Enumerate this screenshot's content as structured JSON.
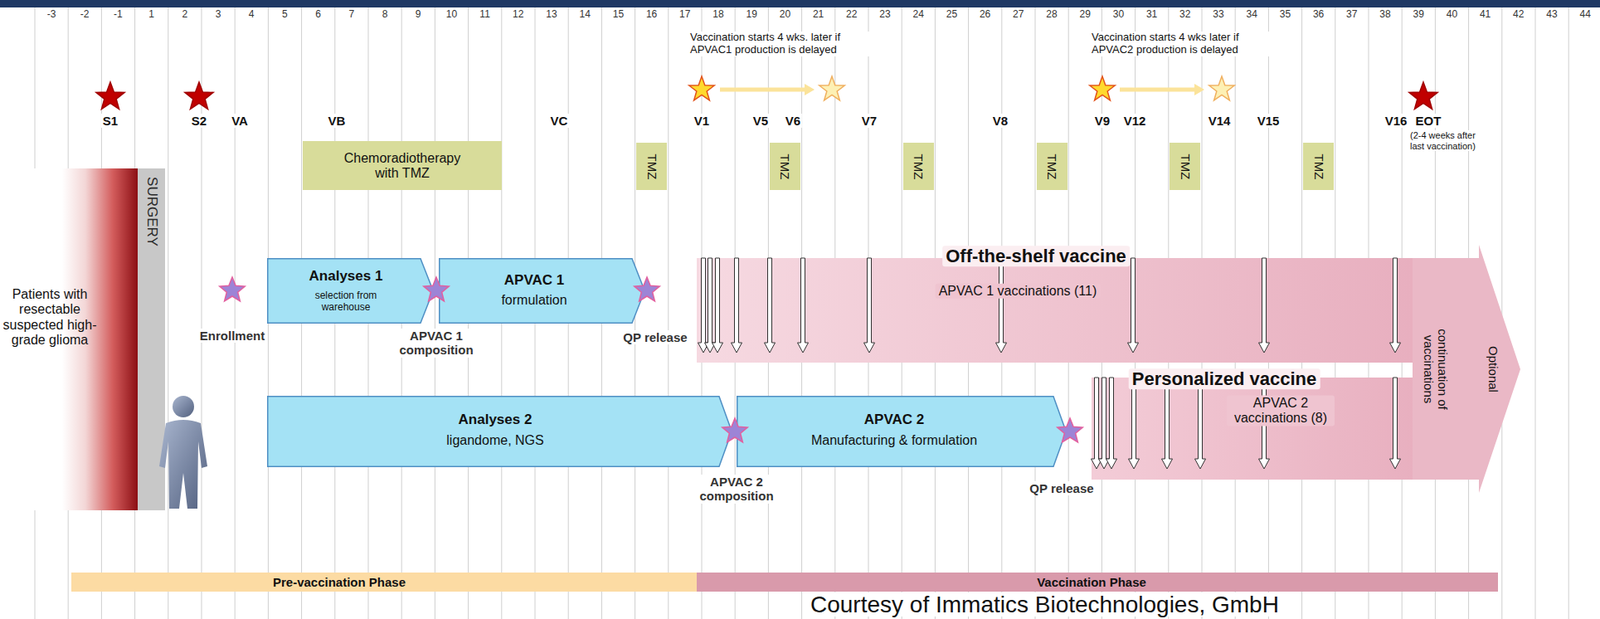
{
  "diagram": {
    "nodes": [
      {
        "text": [
          "Patients with resectable suspected high-grade glioma"
        ]
      },
      {
        "text": [
          "SURGERY"
        ]
      },
      {
        "text": [
          "Chemoradiotherapy with TMZ"
        ]
      },
      {
        "text": [
          "TMZ"
        ]
      },
      {
        "text": [
          "TMZ"
        ]
      },
      {
        "text": [
          "TMZ"
        ]
      },
      {
        "text": [
          "TMZ"
        ]
      },
      {
        "text": [
          "TMZ"
        ]
      },
      {
        "text": [
          "TMZ"
        ]
      },
      {
        "text": [
          "Analyses 1",
          "selection from warehouse"
        ]
      },
      {
        "text": [
          "APVAC 1",
          "formulation"
        ]
      },
      {
        "text": [
          "Analyses 2",
          "ligandome, NGS"
        ]
      },
      {
        "text": [
          "APVAC 2",
          "Manufacturing & formulation"
        ]
      },
      {
        "text": [
          "Off-the-shelf vaccine",
          "APVAC 1 vaccinations (11)"
        ]
      },
      {
        "text": [
          "Personalized vaccine",
          "APVAC 2 vaccinations (8)"
        ]
      },
      {
        "text": [
          "Optional",
          "continuation of vaccinations"
        ]
      },
      {
        "text": [
          "Pre-vaccination Phase"
        ]
      },
      {
        "text": [
          "Vaccination Phase"
        ]
      }
    ],
    "labels": [
      "-3",
      "-2",
      "-1",
      "1",
      "2",
      "3",
      "4",
      "5",
      "6",
      "7",
      "8",
      "9",
      "10",
      "11",
      "12",
      "13",
      "14",
      "15",
      "16",
      "17",
      "18",
      "19",
      "20",
      "21",
      "22",
      "23",
      "24",
      "25",
      "26",
      "27",
      "28",
      "29",
      "30",
      "31",
      "32",
      "33",
      "34",
      "35",
      "36",
      "37",
      "38",
      "39",
      "40",
      "41",
      "42",
      "43",
      "44",
      "Vaccination starts 4 wks. later if APVAC1 production is delayed",
      "Vaccination starts 4 wks later if APVAC2 production is delayed",
      "S1",
      "S2",
      "VA",
      "VB",
      "VC",
      "V1",
      "V5",
      "V6",
      "V7",
      "V8",
      "V9",
      "V12",
      "V14",
      "V15",
      "V16",
      "EOT",
      "(2-4 weeks after last vaccination)",
      "Enrollment",
      "APVAC 1 composition",
      "QP release",
      "APVAC 2 composition",
      "QP release",
      "Courtesy of Immatics Biotechnologies, GmbH"
    ]
  }
}
